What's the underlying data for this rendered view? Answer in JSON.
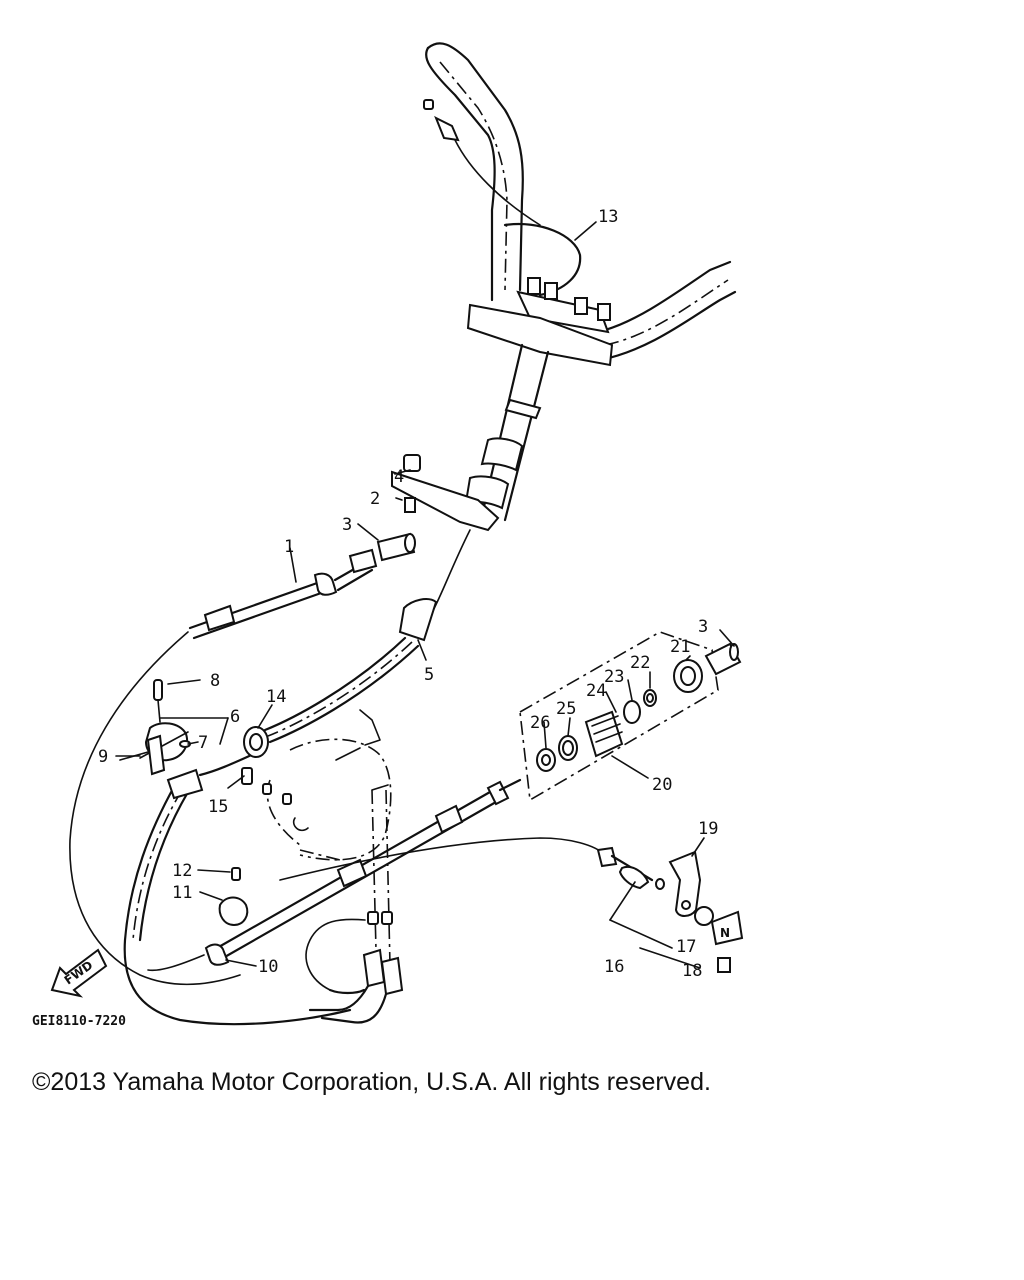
{
  "diagram": {
    "drawing_code": "GEI8110-7220",
    "fwd_label": "FWD",
    "neutral_knob_letter": "N",
    "callouts": [
      "1",
      "2",
      "3",
      "3",
      "4",
      "5",
      "6",
      "7",
      "8",
      "9",
      "10",
      "11",
      "12",
      "13",
      "14",
      "15",
      "16",
      "17",
      "18",
      "19",
      "20",
      "21",
      "22",
      "23",
      "24",
      "25",
      "26"
    ]
  },
  "footer": {
    "copyright": "©2013 Yamaha Motor Corporation, U.S.A. All rights reserved."
  }
}
